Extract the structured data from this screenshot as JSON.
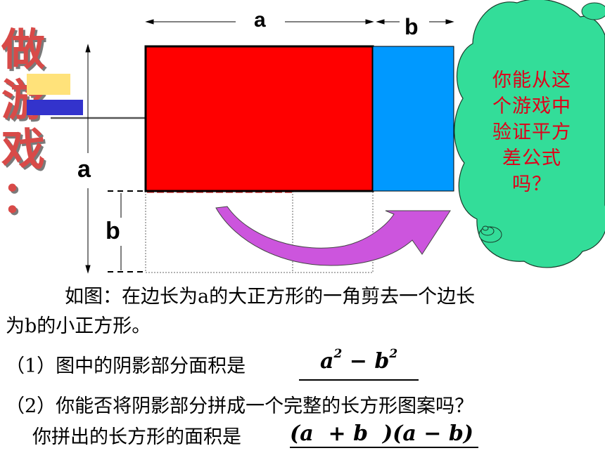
{
  "title": [
    "做",
    "游",
    "戏",
    "："
  ],
  "diagram": {
    "label_a_top": "a",
    "label_b_top": "b",
    "label_a_left": "a",
    "label_b_left": "b",
    "colors": {
      "red": "#ff0000",
      "blue": "#0099ff",
      "arrow": "#cc55dd",
      "cloud": "#33dd99",
      "title": "#d84a48"
    }
  },
  "cloud_text": "你能从这个游戏中验证平方差公式吗？",
  "text": {
    "intro_line1": "如图：在边长为a的大正方形的一角剪去一个边长",
    "intro_line2": "为b的小正方形。",
    "q1": "（1）图中的阴影部分面积是",
    "q2": "（2）你能否将阴影部分拼成一个完整的长方形图案吗？",
    "q2_line2": "你拼出的长方形的面积是",
    "answer1_base_a": "a",
    "answer1_exp": "2",
    "answer1_minus": "−",
    "answer1_base_b": "b",
    "answer2": "(a  + b  )(a − b)"
  }
}
